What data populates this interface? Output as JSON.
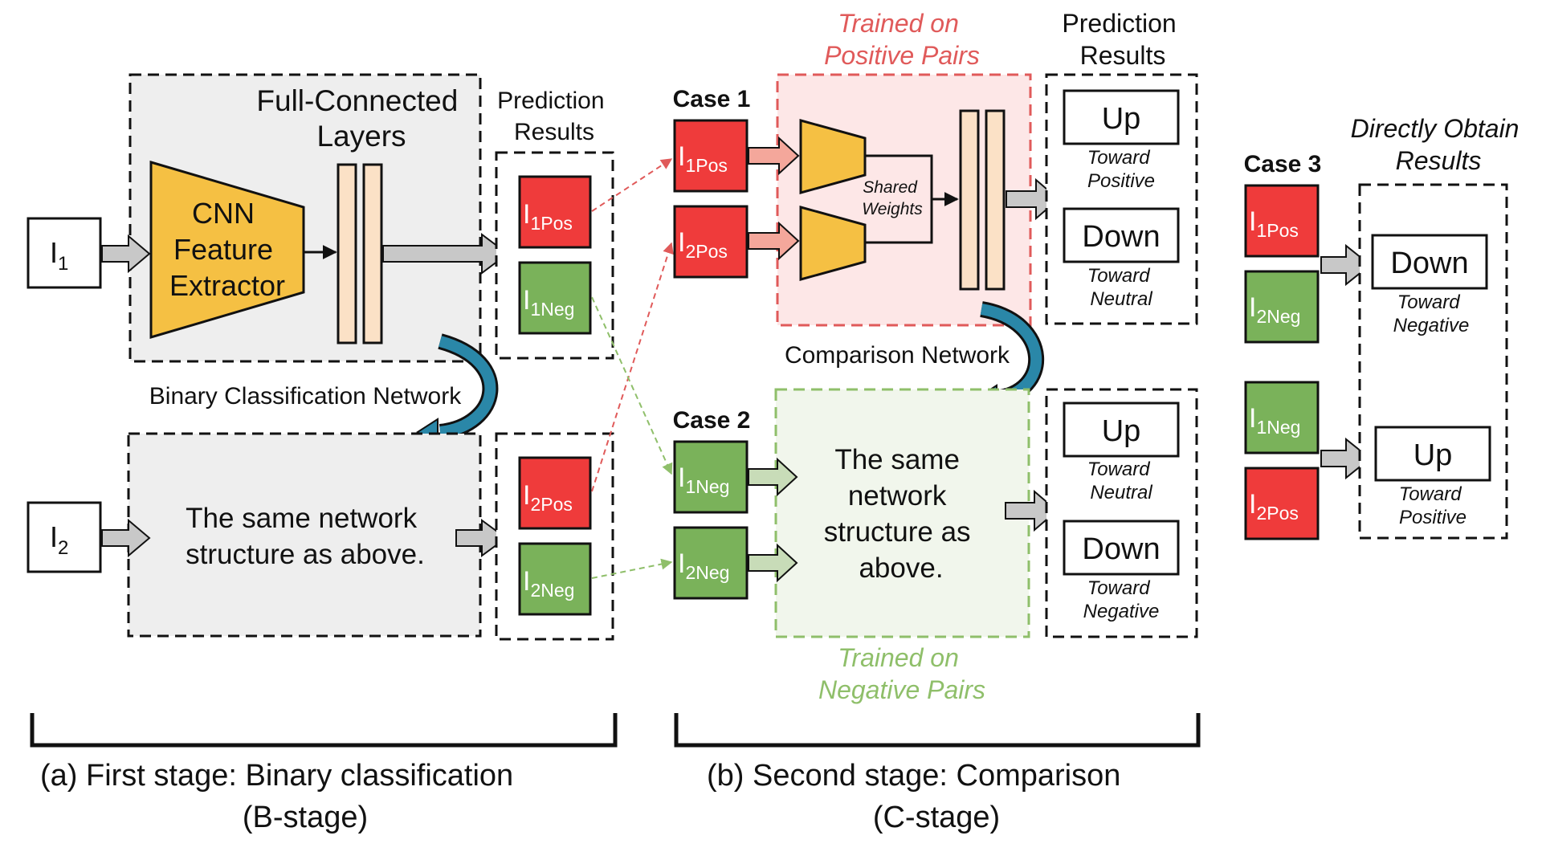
{
  "colors": {
    "pos_red": "#ef3b3b",
    "neg_green": "#7ab25a",
    "cnn_yellow": "#f5c043",
    "fc_peach": "#fbe1c6",
    "gray_panel": "#eeeeee",
    "pink_panel": "#fde7e7",
    "green_panel": "#f1f6ec",
    "pink_border": "#e05a5a",
    "green_border": "#8fbf6a",
    "arrow_blue": "#2a87a8",
    "arrow_gray": "#c8c8c8"
  },
  "stage_b": {
    "fc_label": [
      "Full-Connected",
      "Layers"
    ],
    "cnn_label": [
      "CNN",
      "Feature",
      "Extractor"
    ],
    "input1": {
      "main": "I",
      "sub": "1"
    },
    "input2": {
      "main": "I",
      "sub": "2"
    },
    "pred_label": [
      "Prediction",
      "Results"
    ],
    "binary_label": "Binary Classification Network",
    "same_text": [
      "The same network",
      "structure as above."
    ],
    "chip_i1pos": {
      "main": "I",
      "sub": "1Pos"
    },
    "chip_i1neg": {
      "main": "I",
      "sub": "1Neg"
    },
    "chip_i2pos": {
      "main": "I",
      "sub": "2Pos"
    },
    "chip_i2neg": {
      "main": "I",
      "sub": "2Neg"
    },
    "caption_line1": "(a)  First stage: Binary classification",
    "caption_line2": "(B-stage)"
  },
  "stage_c": {
    "trained_pos": [
      "Trained on",
      "Positive Pairs"
    ],
    "trained_neg": [
      "Trained on",
      "Negative Pairs"
    ],
    "pred_label": [
      "Prediction",
      "Results"
    ],
    "case1": "Case 1",
    "case2": "Case 2",
    "shared_weights": [
      "Shared",
      "Weights"
    ],
    "comparison_label": "Comparison Network",
    "same_text": [
      "The same",
      "network",
      "structure as",
      "above."
    ],
    "c1_i1pos": {
      "main": "I",
      "sub": "1Pos"
    },
    "c1_i2pos": {
      "main": "I",
      "sub": "2Pos"
    },
    "c2_i1neg": {
      "main": "I",
      "sub": "1Neg"
    },
    "c2_i2neg": {
      "main": "I",
      "sub": "2Neg"
    },
    "res_up1": "Up",
    "res_up1_note": [
      "Toward",
      "Positive"
    ],
    "res_down1": "Down",
    "res_down1_note": [
      "Toward",
      "Neutral"
    ],
    "res_up2": "Up",
    "res_up2_note": [
      "Toward",
      "Neutral"
    ],
    "res_down2": "Down",
    "res_down2_note": [
      "Toward",
      "Negative"
    ],
    "caption_line1": "(b)  Second stage: Comparison",
    "caption_line2": "(C-stage)"
  },
  "case3": {
    "title": "Case 3",
    "direct_label": [
      "Directly Obtain",
      "Results"
    ],
    "i1pos": {
      "main": "I",
      "sub": "1Pos"
    },
    "i2neg": {
      "main": "I",
      "sub": "2Neg"
    },
    "i1neg": {
      "main": "I",
      "sub": "1Neg"
    },
    "i2pos": {
      "main": "I",
      "sub": "2Pos"
    },
    "res_down": "Down",
    "res_down_note": [
      "Toward",
      "Negative"
    ],
    "res_up": "Up",
    "res_up_note": [
      "Toward",
      "Positive"
    ]
  }
}
